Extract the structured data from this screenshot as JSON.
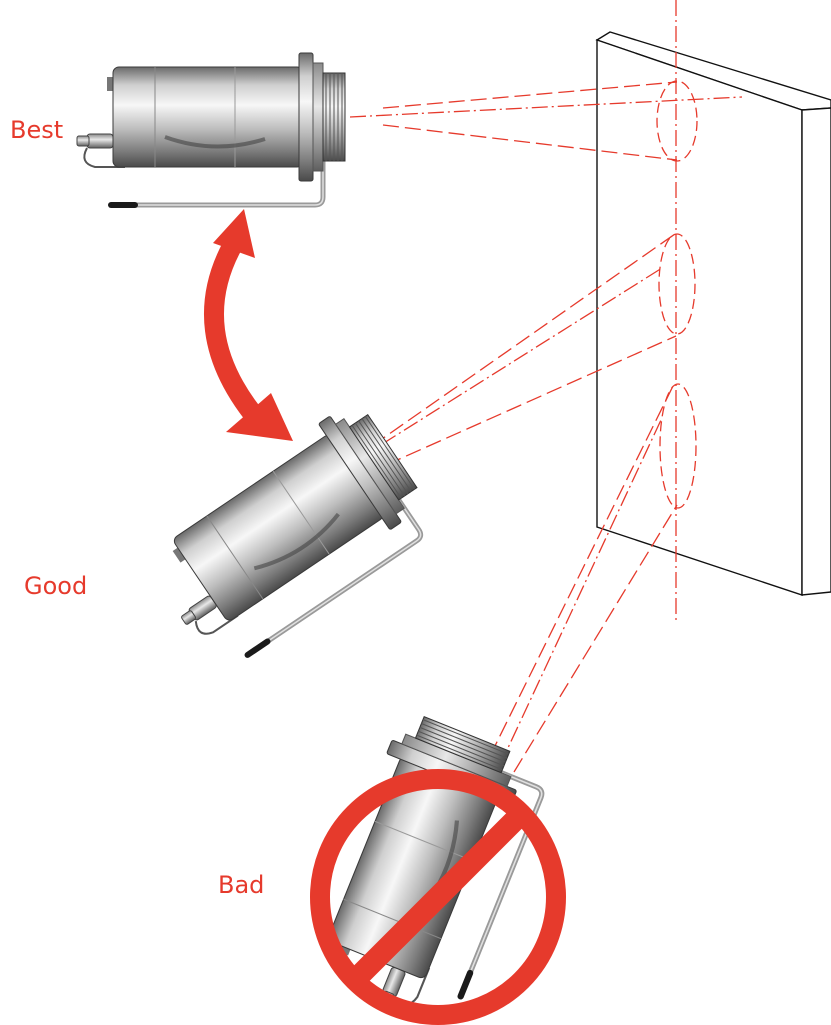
{
  "labels": {
    "best": "Best",
    "good": "Good",
    "bad": "Bad"
  },
  "colors": {
    "accent": "#e63a2c",
    "outline": "#111111",
    "metal_dark": "#5a5a5a",
    "metal_light": "#f2f2f2"
  },
  "icons": {
    "arrow": "curved-double-arrow-icon",
    "prohibition": "prohibition-sign-icon",
    "sensor": "infrared-sensor-icon"
  }
}
